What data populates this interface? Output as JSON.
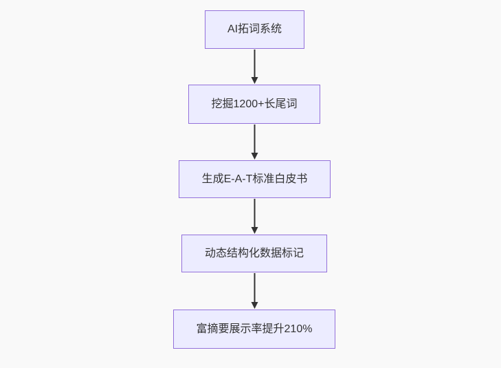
{
  "diagram": {
    "type": "flowchart",
    "direction": "top-down",
    "nodes": [
      {
        "id": "step-1",
        "label": "AI拓词系统"
      },
      {
        "id": "step-2",
        "label": "挖掘1200+长尾词"
      },
      {
        "id": "step-3",
        "label": "生成E-A-T标准白皮书"
      },
      {
        "id": "step-4",
        "label": "动态结构化数据标记"
      },
      {
        "id": "step-5",
        "label": "富摘要展示率提升210%"
      }
    ],
    "edges": [
      {
        "from": "step-1",
        "to": "step-2"
      },
      {
        "from": "step-2",
        "to": "step-3"
      },
      {
        "from": "step-3",
        "to": "step-4"
      },
      {
        "from": "step-4",
        "to": "step-5"
      }
    ]
  },
  "colors": {
    "background": "#f9f9f9",
    "node_fill": "#ececff",
    "node_border": "#9370db",
    "node_text": "#333333",
    "arrow": "#333333"
  }
}
